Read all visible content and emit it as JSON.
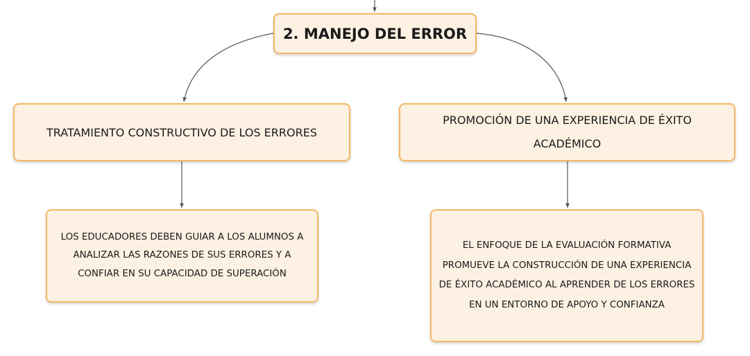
{
  "diagram": {
    "root": {
      "label": "2. MANEJO DEL ERROR"
    },
    "branches": [
      {
        "label": "TRATAMIENTO CONSTRUCTIVO DE LOS ERRORES",
        "child": {
          "label": "LOS EDUCADORES DEBEN GUIAR A LOS ALUMNOS A ANALIZAR LAS RAZONES DE SUS ERRORES Y A CONFIAR EN SU CAPACIDAD DE SUPERACIÓN"
        }
      },
      {
        "label": "PROMOCIÓN DE UNA EXPERIENCIA DE ÉXITO ACADÉMICO",
        "child": {
          "label": "EL ENFOQUE DE LA EVALUACIÓN FORMATIVA PROMUEVE LA CONSTRUCCIÓN DE UNA EXPERIENCIA DE ÉXITO ACADÉMICO AL APRENDER DE LOS ERRORES EN UN ENTORNO DE APOYO Y CONFIANZA"
        }
      }
    ],
    "colors": {
      "node_fill": "#fdf1e3",
      "node_border": "#f5b763",
      "connector": "#555555"
    }
  }
}
